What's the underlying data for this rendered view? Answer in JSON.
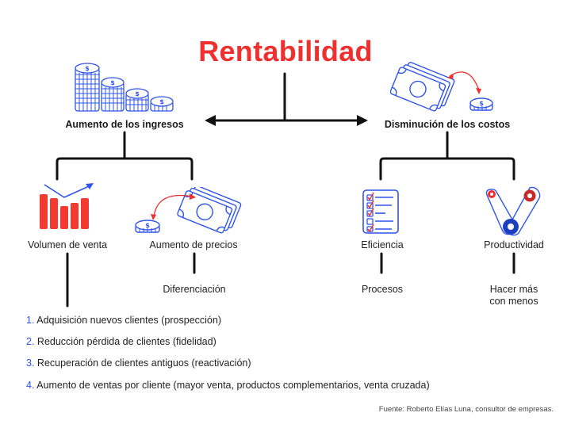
{
  "title": "Rentabilidad",
  "colors": {
    "title": "#f0302e",
    "accent_blue": "#2f54eb",
    "accent_red": "#f0302e",
    "line": "#111111"
  },
  "branches": {
    "left": {
      "label": "Aumento de los ingresos",
      "icon": "coin-stacks-icon",
      "children": [
        {
          "label": "Volumen de venta",
          "icon": "bar-chart-trend-icon"
        },
        {
          "label": "Aumento de precios",
          "icon": "banknotes-coin-exchange-icon",
          "sub": "Diferenciación"
        }
      ]
    },
    "right": {
      "label": "Disminución de los costos",
      "icon": "banknotes-coin-exchange-icon",
      "children": [
        {
          "label": "Eficiencia",
          "icon": "checklist-icon",
          "sub": "Procesos"
        },
        {
          "label": "Productividad",
          "icon": "gears-belt-icon",
          "sub_line1": "Hacer más",
          "sub_line2": "con menos"
        }
      ]
    }
  },
  "list": [
    {
      "num": "1.",
      "text": "Adquisición nuevos clientes (prospección)"
    },
    {
      "num": "2.",
      "text": "Reducción pérdida de clientes (fidelidad)"
    },
    {
      "num": "3.",
      "text": "Recuperación de clientes antiguos (reactivación)"
    },
    {
      "num": "4.",
      "text": "Aumento de ventas por cliente (mayor venta, productos complementarios, venta cruzada)"
    }
  ],
  "source": "Fuente: Roberto Elías Luna, consultor de empresas."
}
